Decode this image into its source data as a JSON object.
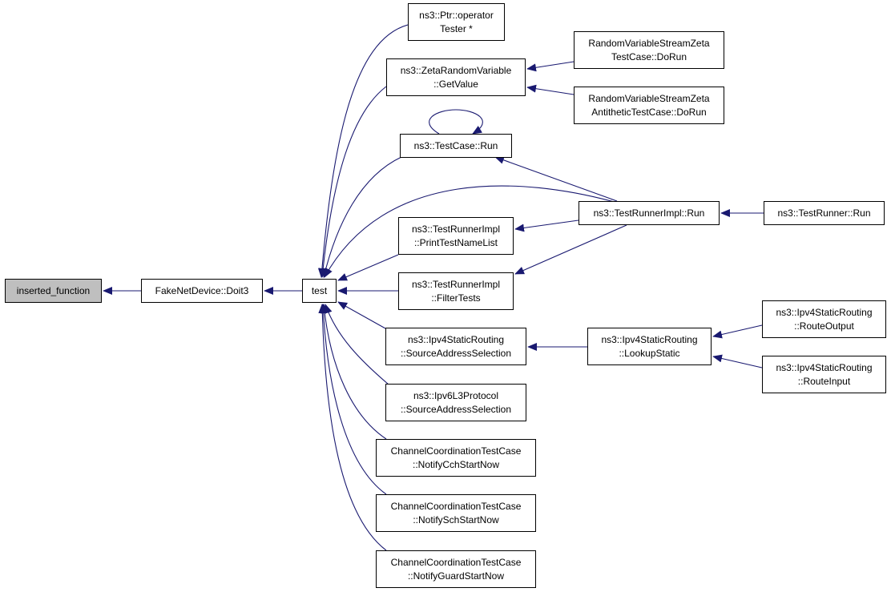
{
  "graph": {
    "nodes": [
      {
        "id": "inserted_function",
        "lines": [
          "inserted_function"
        ],
        "root": true
      },
      {
        "id": "doit3",
        "lines": [
          "FakeNetDevice::Doit3"
        ]
      },
      {
        "id": "test",
        "lines": [
          "test"
        ]
      },
      {
        "id": "ptr_tester",
        "lines": [
          "ns3::Ptr::operator",
          "Tester *"
        ]
      },
      {
        "id": "zeta_getvalue",
        "lines": [
          "ns3::ZetaRandomVariable",
          "::GetValue"
        ]
      },
      {
        "id": "zeta_doRun",
        "lines": [
          "RandomVariableStreamZeta",
          "TestCase::DoRun"
        ]
      },
      {
        "id": "zeta_anti_doRun",
        "lines": [
          "RandomVariableStreamZeta",
          "AntitheticTestCase::DoRun"
        ]
      },
      {
        "id": "testcase_run",
        "lines": [
          "ns3::TestCase::Run"
        ]
      },
      {
        "id": "testrunnerimpl_run",
        "lines": [
          "ns3::TestRunnerImpl::Run"
        ]
      },
      {
        "id": "testrunner_run",
        "lines": [
          "ns3::TestRunner::Run"
        ]
      },
      {
        "id": "print_test_name_list",
        "lines": [
          "ns3::TestRunnerImpl",
          "::PrintTestNameList"
        ]
      },
      {
        "id": "filter_tests",
        "lines": [
          "ns3::TestRunnerImpl",
          "::FilterTests"
        ]
      },
      {
        "id": "ipv4_source_addr",
        "lines": [
          "ns3::Ipv4StaticRouting",
          "::SourceAddressSelection"
        ]
      },
      {
        "id": "ipv4_lookup_static",
        "lines": [
          "ns3::Ipv4StaticRouting",
          "::LookupStatic"
        ]
      },
      {
        "id": "ipv4_route_output",
        "lines": [
          "ns3::Ipv4StaticRouting",
          "::RouteOutput"
        ]
      },
      {
        "id": "ipv4_route_input",
        "lines": [
          "ns3::Ipv4StaticRouting",
          "::RouteInput"
        ]
      },
      {
        "id": "ipv6_source_addr",
        "lines": [
          "ns3::Ipv6L3Protocol",
          "::SourceAddressSelection"
        ]
      },
      {
        "id": "notify_cch",
        "lines": [
          "ChannelCoordinationTestCase",
          "::NotifyCchStartNow"
        ]
      },
      {
        "id": "notify_sch",
        "lines": [
          "ChannelCoordinationTestCase",
          "::NotifySchStartNow"
        ]
      },
      {
        "id": "notify_guard",
        "lines": [
          "ChannelCoordinationTestCase",
          "::NotifyGuardStartNow"
        ]
      }
    ],
    "edges": [
      {
        "from": "doit3",
        "to": "inserted_function"
      },
      {
        "from": "test",
        "to": "doit3"
      },
      {
        "from": "ptr_tester",
        "to": "test"
      },
      {
        "from": "zeta_getvalue",
        "to": "test"
      },
      {
        "from": "testcase_run",
        "to": "test"
      },
      {
        "from": "testrunnerimpl_run",
        "to": "test"
      },
      {
        "from": "print_test_name_list",
        "to": "test"
      },
      {
        "from": "filter_tests",
        "to": "test"
      },
      {
        "from": "ipv4_source_addr",
        "to": "test"
      },
      {
        "from": "ipv6_source_addr",
        "to": "test"
      },
      {
        "from": "notify_cch",
        "to": "test"
      },
      {
        "from": "notify_sch",
        "to": "test"
      },
      {
        "from": "notify_guard",
        "to": "test"
      },
      {
        "from": "zeta_doRun",
        "to": "zeta_getvalue"
      },
      {
        "from": "zeta_anti_doRun",
        "to": "zeta_getvalue"
      },
      {
        "from": "testcase_run",
        "to": "testcase_run"
      },
      {
        "from": "testrunnerimpl_run",
        "to": "testcase_run"
      },
      {
        "from": "testrunnerimpl_run",
        "to": "print_test_name_list"
      },
      {
        "from": "testrunnerimpl_run",
        "to": "filter_tests"
      },
      {
        "from": "testrunner_run",
        "to": "testrunnerimpl_run"
      },
      {
        "from": "ipv4_lookup_static",
        "to": "ipv4_source_addr"
      },
      {
        "from": "ipv4_route_output",
        "to": "ipv4_lookup_static"
      },
      {
        "from": "ipv4_route_input",
        "to": "ipv4_lookup_static"
      }
    ]
  },
  "colors": {
    "edge": "#191970",
    "node_border": "#000000",
    "root_fill": "#bfbfbf",
    "node_fill": "#ffffff"
  }
}
